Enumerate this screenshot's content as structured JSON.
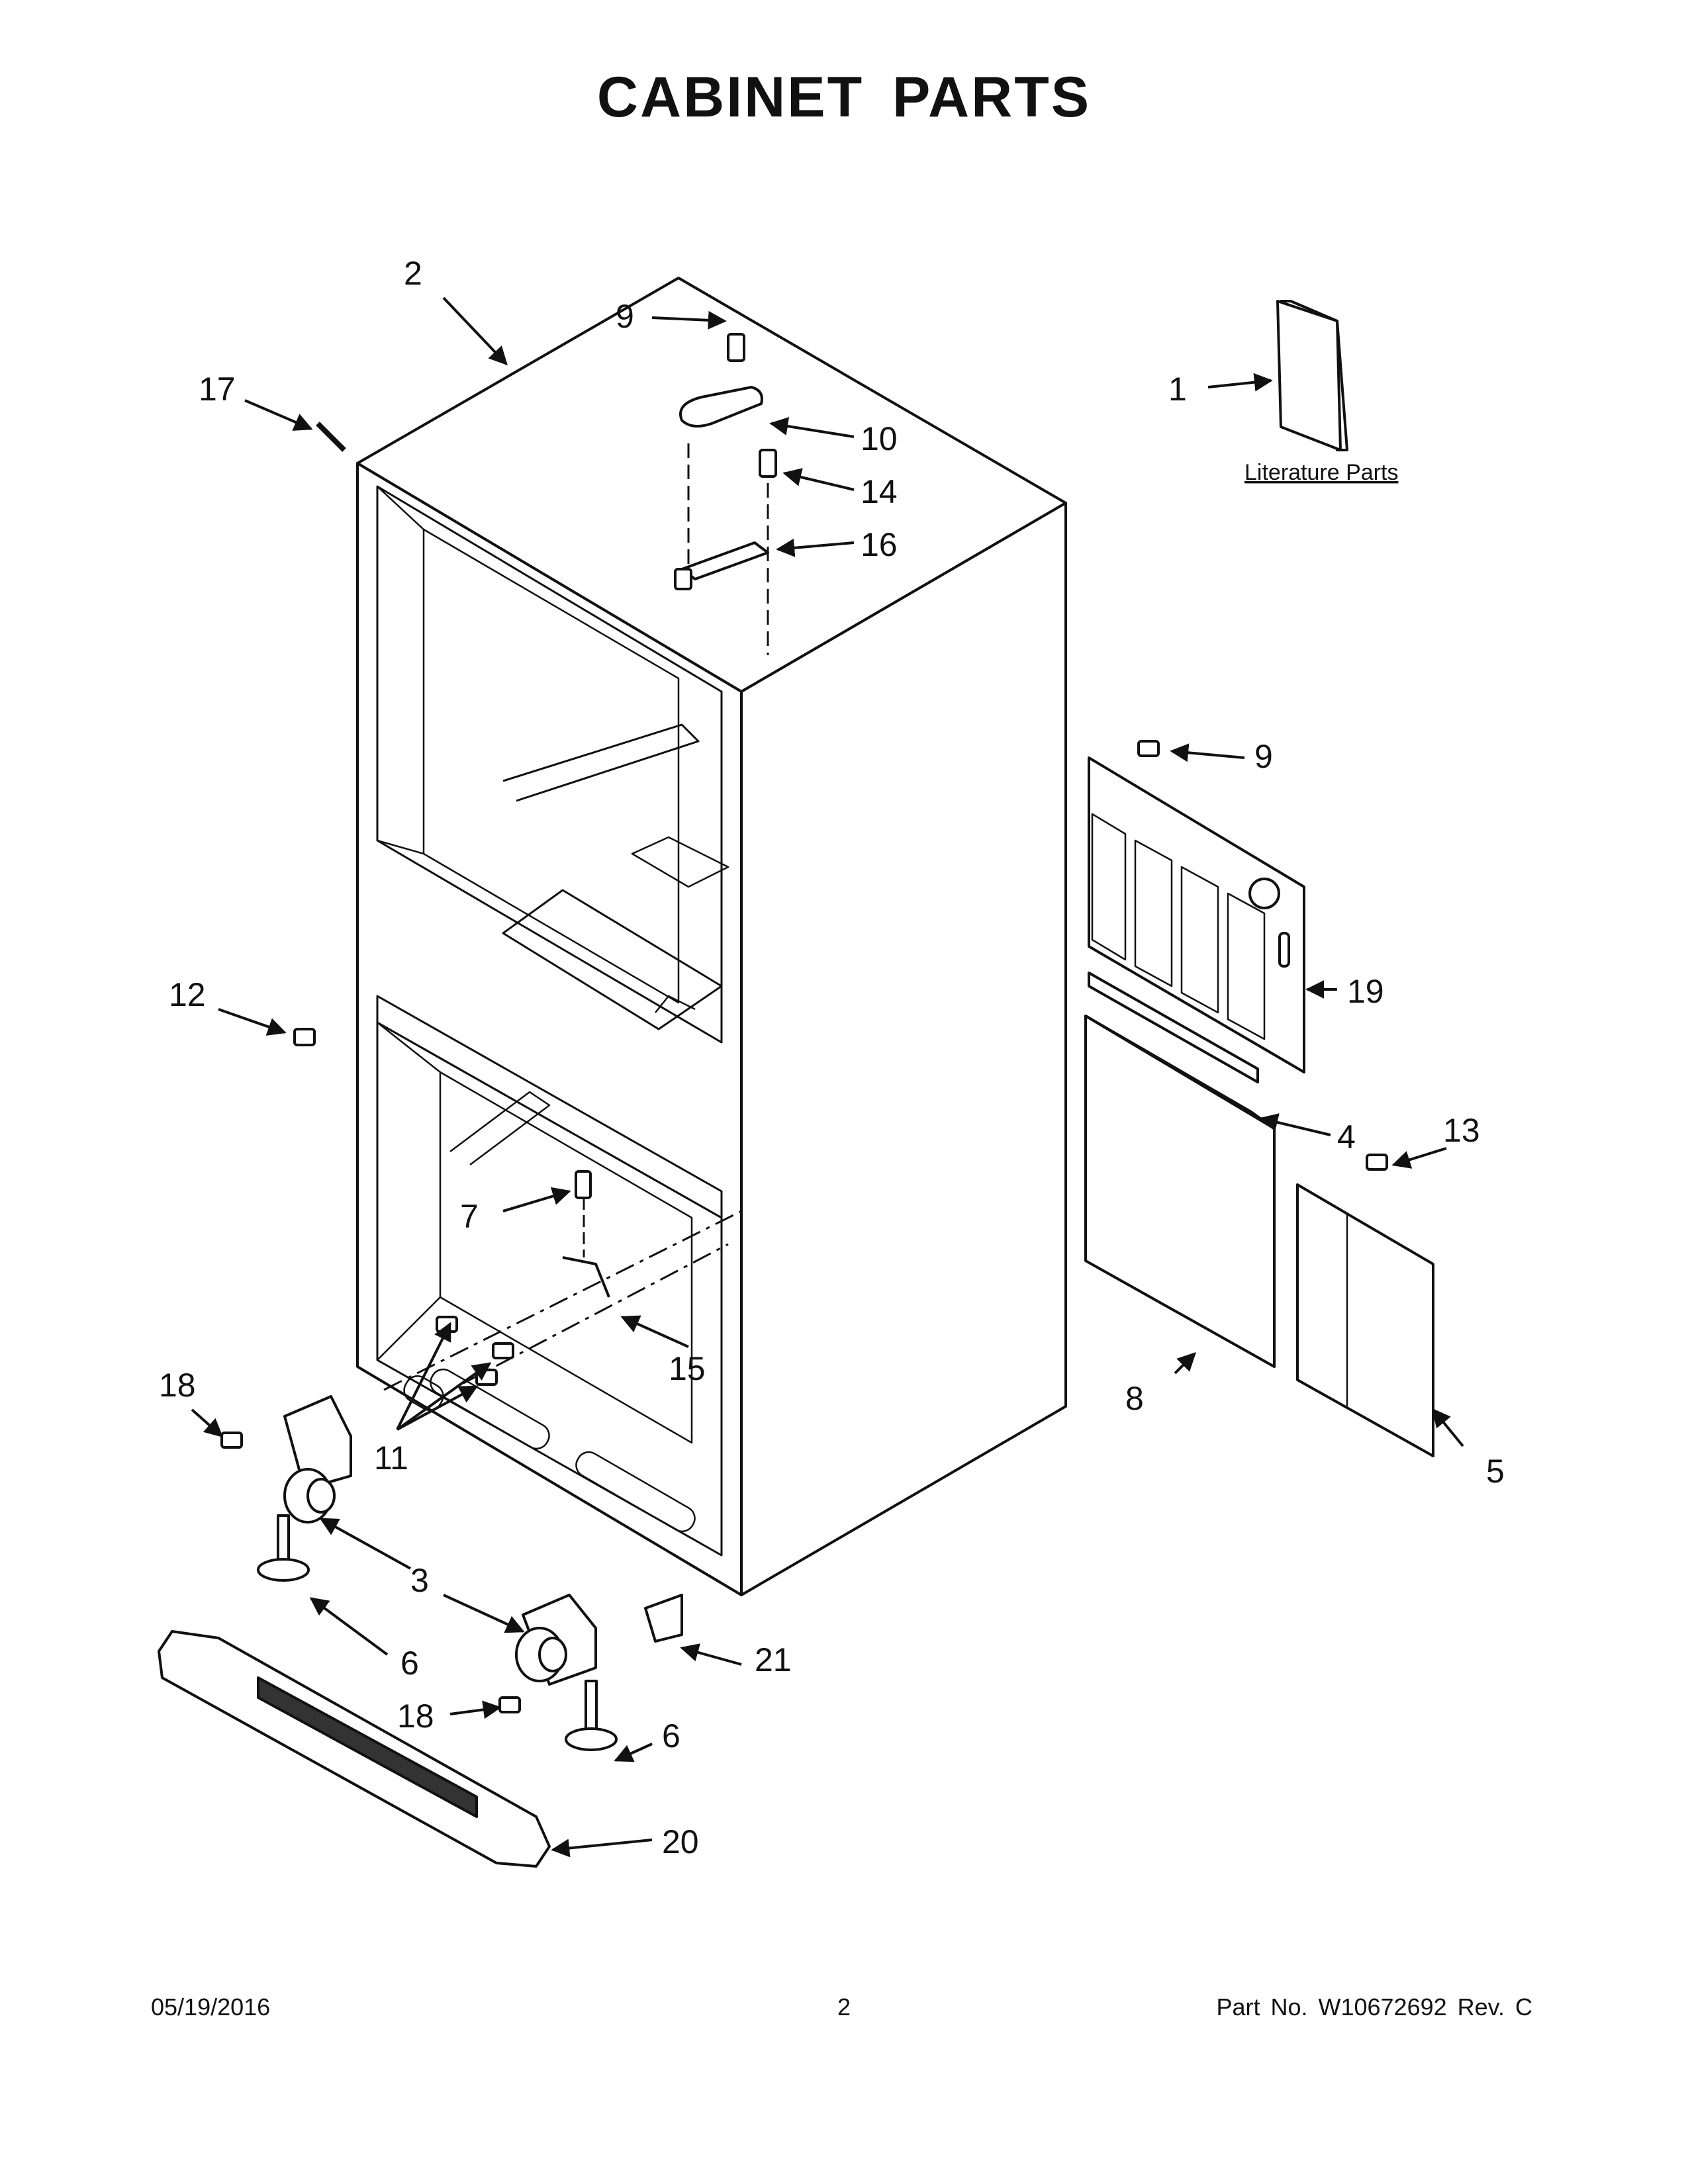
{
  "title": "CABINET PARTS",
  "literature_label": "Literature Parts",
  "callouts": {
    "c1": "1",
    "c2": "2",
    "c3": "3",
    "c4": "4",
    "c5": "5",
    "c6a": "6",
    "c6b": "6",
    "c7": "7",
    "c8": "8",
    "c9a": "9",
    "c9b": "9",
    "c10": "10",
    "c11": "11",
    "c12": "12",
    "c13": "13",
    "c14": "14",
    "c15": "15",
    "c16": "16",
    "c17": "17",
    "c18a": "18",
    "c18b": "18",
    "c19": "19",
    "c20": "20",
    "c21": "21"
  },
  "footer": {
    "date": "05/19/2016",
    "page": "2",
    "part": "Part No.  W10672692  Rev.  C"
  }
}
